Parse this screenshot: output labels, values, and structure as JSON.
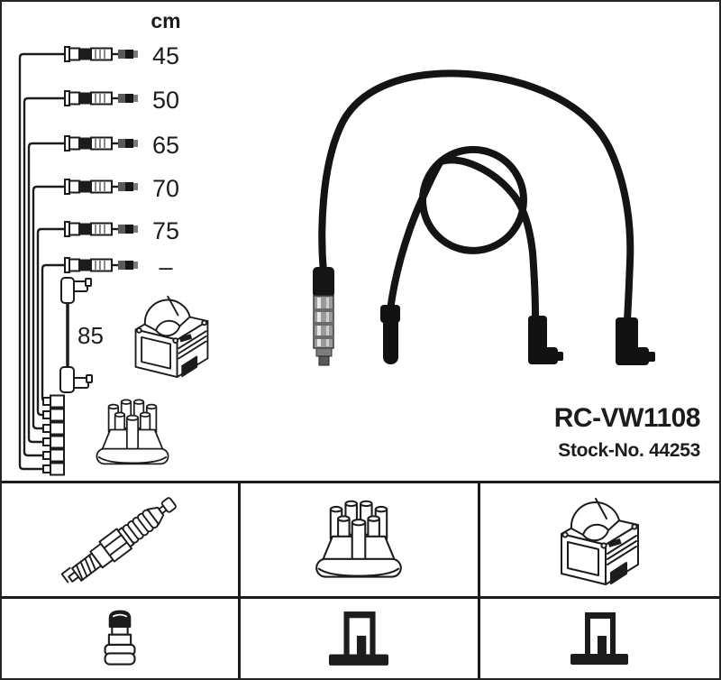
{
  "product": {
    "code": "RC-VW1108",
    "stock_no": "Stock-No. 44253"
  },
  "length_table": {
    "unit": "cm",
    "lengths": [
      {
        "value": "45"
      },
      {
        "value": "50"
      },
      {
        "value": "65"
      },
      {
        "value": "70"
      },
      {
        "value": "75"
      },
      {
        "value": "–"
      }
    ],
    "coil_lead_length": "85"
  },
  "legend": {
    "items": [
      {
        "icon": "spark-plug"
      },
      {
        "icon": "distributor-cap"
      },
      {
        "icon": "ignition-coil"
      },
      {
        "icon": "plug-terminal-nut"
      },
      {
        "icon": "din-terminal-post"
      },
      {
        "icon": "din-terminal-post"
      }
    ]
  },
  "colors": {
    "ink": "#1c1c1c",
    "cable_black": "#141414",
    "metal_gray": "#9a9a9a"
  }
}
